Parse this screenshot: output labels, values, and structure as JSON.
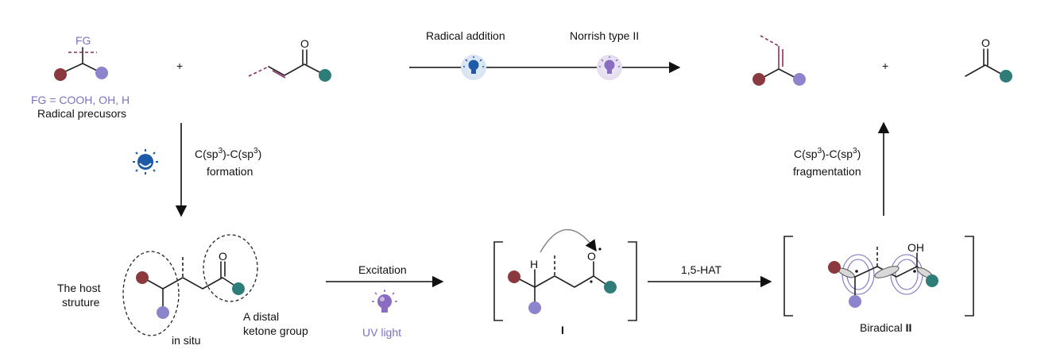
{
  "colors": {
    "maroon": "#8a3a3e",
    "lavender": "#8c84cc",
    "teal": "#2f7d78",
    "magenta_bond": "#8a2e63",
    "blue_light": "#1e5aa8",
    "uv_light": "#8a6cc0",
    "bulb_halo": "#dde9f4",
    "uv_halo": "#ece6f3",
    "text_purple": "#7b72c0"
  },
  "icons": [
    "blue-light-bulb-icon",
    "uv-light-bulb-icon",
    "sun-led-icon"
  ],
  "top": {
    "fg_label": "FG",
    "plus1": "+",
    "plus2": "+",
    "o_enone": "O",
    "o_product": "O",
    "fg_def": "FG = COOH, OH, H",
    "precursor_label": "Radical precusors",
    "step1": "Radical addition",
    "step2": "Norrish type II"
  },
  "left": {
    "line1": "C(sp",
    "sup": "3",
    "line1_mid": ")-C(sp",
    "line1_end": ")",
    "line2": "formation"
  },
  "right": {
    "line1": "C(sp",
    "sup": "3",
    "line1_mid": ")-C(sp",
    "line1_end": ")",
    "line2": "fragmentation"
  },
  "bottom": {
    "host1": "The host",
    "host2": "struture",
    "insitu": "in situ",
    "distal1": "A distal",
    "distal2": "ketone group",
    "o_host": "O",
    "excitation": "Excitation",
    "uv": "UV light",
    "h_label": "H",
    "o_int": "O",
    "int_label": "I",
    "hat": "1,5-HAT",
    "oh_label": "OH",
    "biradical": "Biradical ",
    "biradical_num": "II"
  }
}
